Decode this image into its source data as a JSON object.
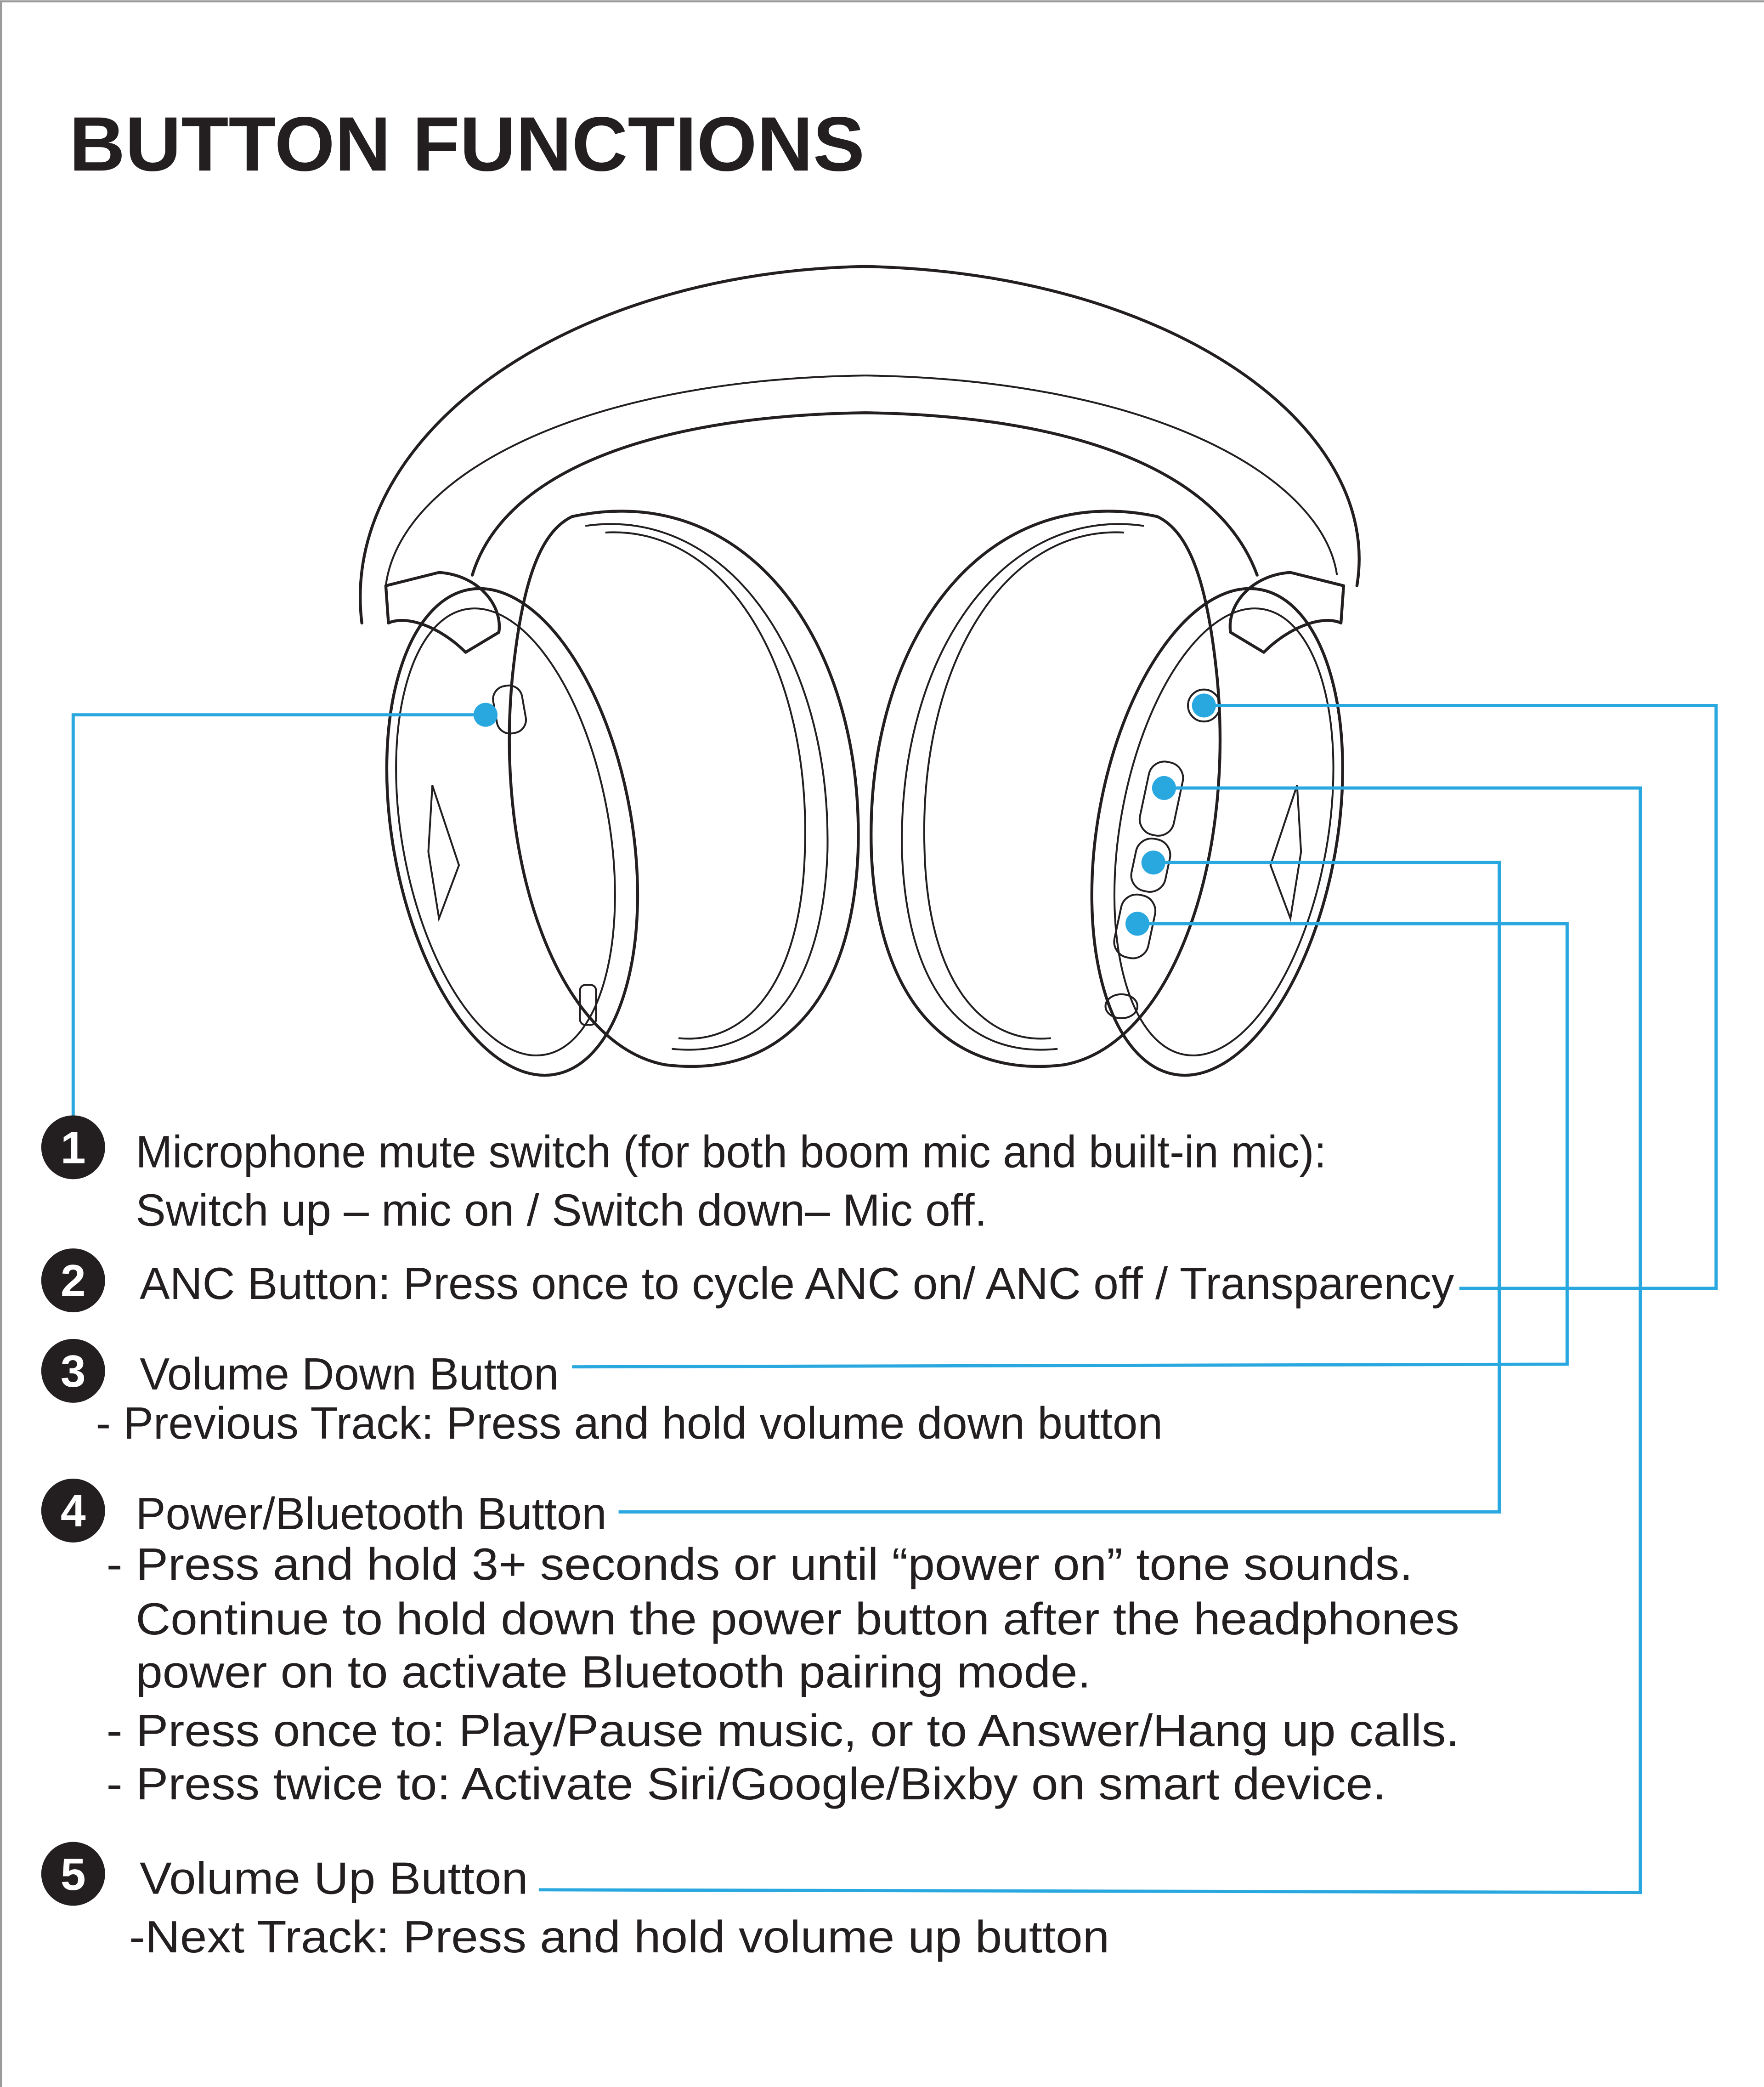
{
  "title": "BUTTON FUNCTIONS",
  "accent_color": "#29a8e0",
  "items": [
    {
      "number": "1",
      "lines": [
        "Microphone mute switch (for both boom mic and built-in mic):",
        "Switch up – mic on / Switch down– Mic off."
      ]
    },
    {
      "number": "2",
      "lines": [
        "ANC Button: Press once to cycle ANC on/ ANC off / Transparency"
      ]
    },
    {
      "number": "3",
      "lines": [
        "Volume Down Button",
        "-  Previous Track: Press and hold volume down button"
      ]
    },
    {
      "number": "4",
      "lines": [
        "Power/Bluetooth Button",
        "- Press and hold 3+ seconds or until “power on” tone sounds.",
        "Continue to hold down the power button after the headphones",
        "power on to activate Bluetooth pairing mode.",
        "- Press once to: Play/Pause music, or to Answer/Hang up calls.",
        "- Press twice to: Activate Siri/Google/Bixby on smart device."
      ]
    },
    {
      "number": "5",
      "lines": [
        "Volume Up Button",
        "-Next Track: Press and hold volume up button"
      ]
    }
  ]
}
